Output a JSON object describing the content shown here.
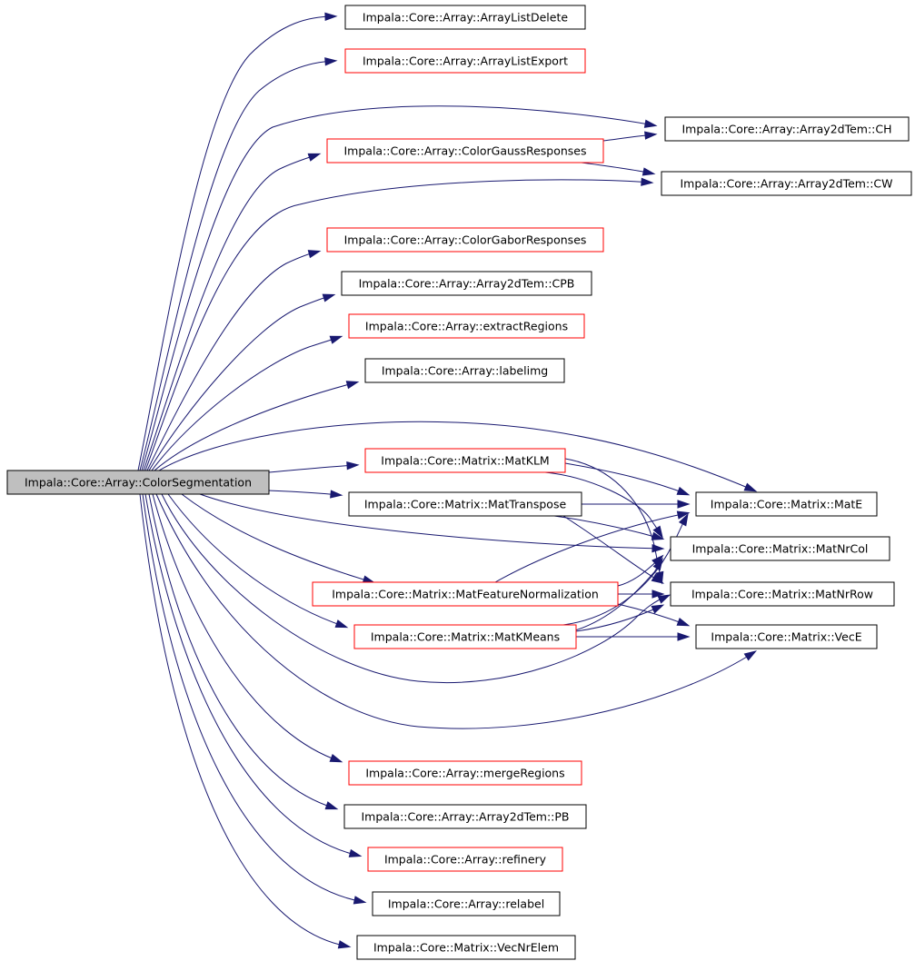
{
  "colors": {
    "edge": "#191970",
    "root_fill": "#bfbfbf",
    "documented_border": "#000000",
    "undocumented_border": "#ff0000"
  },
  "nodes": [
    {
      "id": "color_segmentation",
      "label": "Impala::Core::Array::ColorSegmentation",
      "style": "root"
    },
    {
      "id": "array_list_delete",
      "label": "Impala::Core::Array::ArrayListDelete",
      "style": "black"
    },
    {
      "id": "array_list_export",
      "label": "Impala::Core::Array::ArrayListExport",
      "style": "red"
    },
    {
      "id": "array2dtem_ch",
      "label": "Impala::Core::Array::Array2dTem::CH",
      "style": "black"
    },
    {
      "id": "color_gauss_responses",
      "label": "Impala::Core::Array::ColorGaussResponses",
      "style": "red"
    },
    {
      "id": "array2dtem_cw",
      "label": "Impala::Core::Array::Array2dTem::CW",
      "style": "black"
    },
    {
      "id": "color_gabor_responses",
      "label": "Impala::Core::Array::ColorGaborResponses",
      "style": "red"
    },
    {
      "id": "array2dtem_cpb",
      "label": "Impala::Core::Array::Array2dTem::CPB",
      "style": "black"
    },
    {
      "id": "extract_regions",
      "label": "Impala::Core::Array::extractRegions",
      "style": "red"
    },
    {
      "id": "labelimg",
      "label": "Impala::Core::Array::labelimg",
      "style": "black"
    },
    {
      "id": "mat_klm",
      "label": "Impala::Core::Matrix::MatKLM",
      "style": "red"
    },
    {
      "id": "mat_transpose",
      "label": "Impala::Core::Matrix::MatTranspose",
      "style": "black"
    },
    {
      "id": "mat_e",
      "label": "Impala::Core::Matrix::MatE",
      "style": "black"
    },
    {
      "id": "mat_nr_col",
      "label": "Impala::Core::Matrix::MatNrCol",
      "style": "black"
    },
    {
      "id": "mat_feature_normalization",
      "label": "Impala::Core::Matrix::MatFeatureNormalization",
      "style": "red"
    },
    {
      "id": "mat_nr_row",
      "label": "Impala::Core::Matrix::MatNrRow",
      "style": "black"
    },
    {
      "id": "mat_kmeans",
      "label": "Impala::Core::Matrix::MatKMeans",
      "style": "red"
    },
    {
      "id": "vec_e",
      "label": "Impala::Core::Matrix::VecE",
      "style": "black"
    },
    {
      "id": "merge_regions",
      "label": "Impala::Core::Array::mergeRegions",
      "style": "red"
    },
    {
      "id": "array2dtem_pb",
      "label": "Impala::Core::Array::Array2dTem::PB",
      "style": "black"
    },
    {
      "id": "refinery",
      "label": "Impala::Core::Array::refinery",
      "style": "red"
    },
    {
      "id": "relabel",
      "label": "Impala::Core::Array::relabel",
      "style": "black"
    },
    {
      "id": "vec_nr_elem",
      "label": "Impala::Core::Matrix::VecNrElem",
      "style": "black"
    }
  ],
  "edges": [
    {
      "from": "color_segmentation",
      "to": "array_list_delete"
    },
    {
      "from": "color_segmentation",
      "to": "array_list_export"
    },
    {
      "from": "color_segmentation",
      "to": "array2dtem_ch"
    },
    {
      "from": "color_segmentation",
      "to": "color_gauss_responses"
    },
    {
      "from": "color_segmentation",
      "to": "array2dtem_cw"
    },
    {
      "from": "color_segmentation",
      "to": "color_gabor_responses"
    },
    {
      "from": "color_segmentation",
      "to": "array2dtem_cpb"
    },
    {
      "from": "color_segmentation",
      "to": "extract_regions"
    },
    {
      "from": "color_segmentation",
      "to": "labelimg"
    },
    {
      "from": "color_segmentation",
      "to": "mat_e"
    },
    {
      "from": "color_segmentation",
      "to": "mat_klm"
    },
    {
      "from": "color_segmentation",
      "to": "mat_transpose"
    },
    {
      "from": "color_segmentation",
      "to": "mat_nr_col"
    },
    {
      "from": "color_segmentation",
      "to": "mat_feature_normalization"
    },
    {
      "from": "color_segmentation",
      "to": "mat_kmeans"
    },
    {
      "from": "color_segmentation",
      "to": "mat_nr_row"
    },
    {
      "from": "color_segmentation",
      "to": "vec_e"
    },
    {
      "from": "color_segmentation",
      "to": "merge_regions"
    },
    {
      "from": "color_segmentation",
      "to": "array2dtem_pb"
    },
    {
      "from": "color_segmentation",
      "to": "refinery"
    },
    {
      "from": "color_segmentation",
      "to": "relabel"
    },
    {
      "from": "color_segmentation",
      "to": "vec_nr_elem"
    },
    {
      "from": "color_gauss_responses",
      "to": "array2dtem_ch"
    },
    {
      "from": "color_gauss_responses",
      "to": "array2dtem_cw"
    },
    {
      "from": "mat_klm",
      "to": "mat_e"
    },
    {
      "from": "mat_klm",
      "to": "mat_nr_col"
    },
    {
      "from": "mat_klm",
      "to": "mat_nr_row"
    },
    {
      "from": "mat_transpose",
      "to": "mat_e"
    },
    {
      "from": "mat_transpose",
      "to": "mat_nr_col"
    },
    {
      "from": "mat_transpose",
      "to": "mat_nr_row"
    },
    {
      "from": "mat_feature_normalization",
      "to": "mat_e"
    },
    {
      "from": "mat_feature_normalization",
      "to": "mat_nr_col"
    },
    {
      "from": "mat_feature_normalization",
      "to": "mat_nr_row"
    },
    {
      "from": "mat_feature_normalization",
      "to": "vec_e"
    },
    {
      "from": "mat_kmeans",
      "to": "mat_e"
    },
    {
      "from": "mat_kmeans",
      "to": "mat_nr_col"
    },
    {
      "from": "mat_kmeans",
      "to": "mat_nr_row"
    },
    {
      "from": "mat_kmeans",
      "to": "vec_e"
    }
  ]
}
